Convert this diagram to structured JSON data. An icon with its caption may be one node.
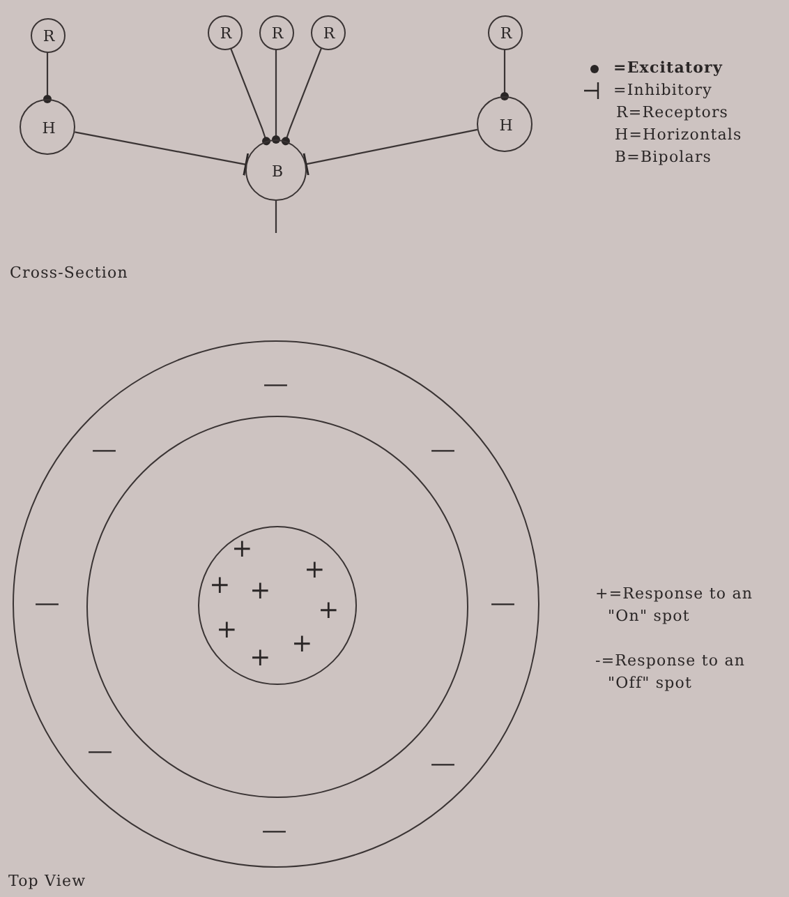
{
  "diagram": {
    "nodes": [
      {
        "text": [
          "R"
        ]
      },
      {
        "text": [
          "H"
        ]
      },
      {
        "text": [
          "R"
        ]
      },
      {
        "text": [
          "R"
        ]
      },
      {
        "text": [
          "R"
        ]
      },
      {
        "text": [
          "B"
        ]
      },
      {
        "text": [
          "R"
        ]
      },
      {
        "text": [
          "H"
        ]
      },
      {
        "text": [],
        "shape": "circle"
      },
      {
        "text": [],
        "shape": "circle",
        "in": 8
      },
      {
        "text": [],
        "shape": "circle",
        "in": 9
      }
    ],
    "edges": [
      {
        "from": 0,
        "to": 1,
        "arrow": "other"
      },
      {
        "from": 2,
        "to": 5,
        "arrow": "other"
      },
      {
        "from": 3,
        "to": 5,
        "arrow": "other"
      },
      {
        "from": 4,
        "to": 5,
        "arrow": "other"
      },
      {
        "from": 6,
        "to": 7,
        "arrow": "other"
      },
      {
        "from": 1,
        "to": 5,
        "arrow": "other"
      },
      {
        "from": 7,
        "to": 5,
        "arrow": "other"
      },
      {
        "from": 5,
        "to": null,
        "arrow": "none"
      }
    ],
    "labels": [
      "R=Receptors",
      "H=Horizontals",
      "B=Bipolars",
      "Cross-Section",
      "—",
      "—",
      "—",
      "—",
      "—",
      "—",
      "—",
      "—",
      "+",
      "+",
      "+",
      "+",
      "+",
      "+",
      "+",
      "+",
      "+=Response to an \"On\" spot",
      "-=Response to an \"Off\" spot",
      "Top View"
    ],
    "legend": [
      {
        "text": "=Excitatory"
      },
      {
        "text": "=Inhibitory"
      }
    ]
  }
}
